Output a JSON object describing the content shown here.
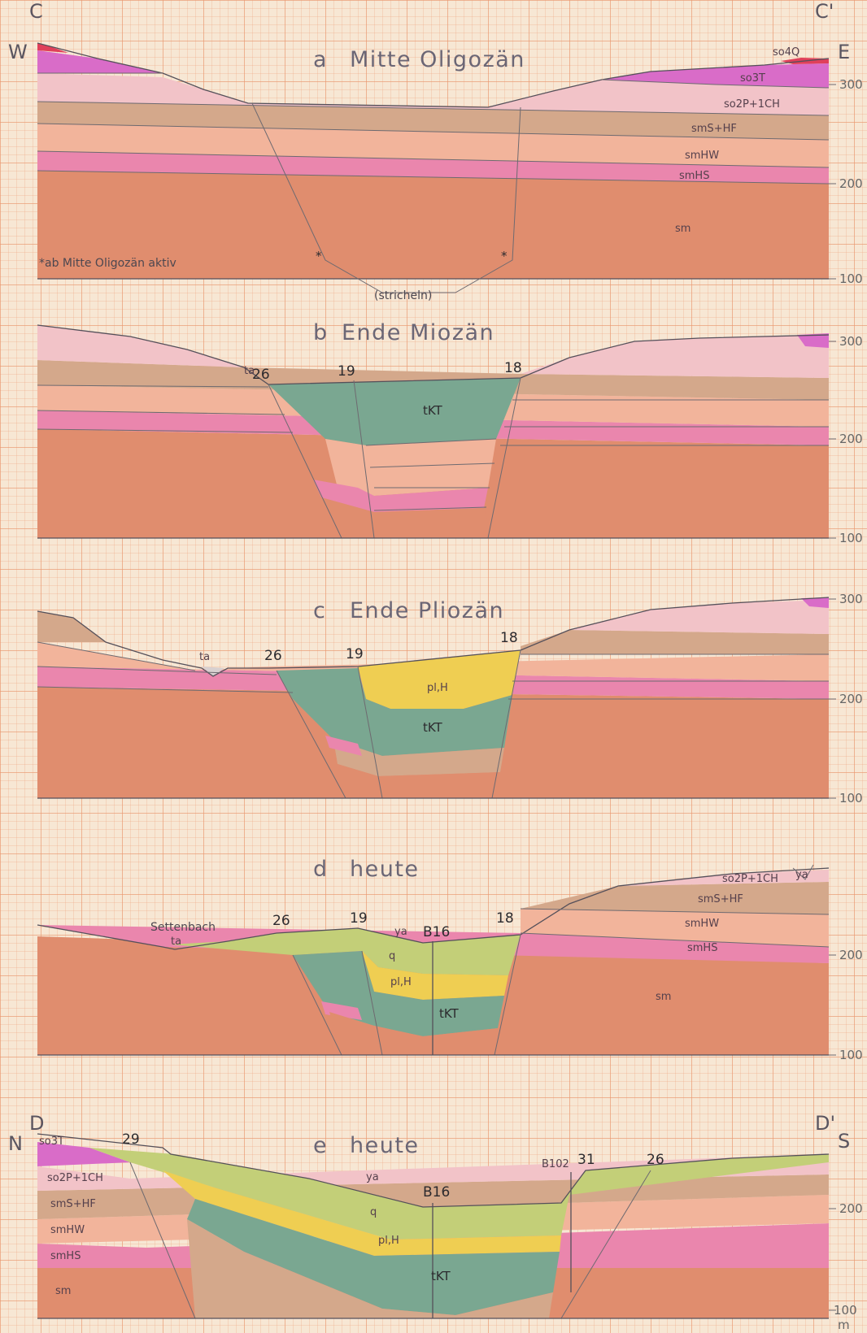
{
  "sections": [
    {
      "id": "a",
      "letter": "a",
      "title": "Mitte Oligozän",
      "left_corner": "C",
      "right_corner": "C'",
      "left_direction": "W",
      "right_direction": "E",
      "axis_ticks": [
        "300",
        "200",
        "100"
      ],
      "units": [
        "so4Q",
        "so3T",
        "so2P+1CH",
        "smS+HF",
        "smHW",
        "smHS",
        "sm"
      ],
      "notes": [
        "*ab Mitte Oligozän aktiv",
        "(stricheln)"
      ],
      "stars": [
        "*",
        "*"
      ]
    },
    {
      "id": "b",
      "letter": "b",
      "title": "Ende Miozän",
      "axis_ticks": [
        "300",
        "200",
        "100"
      ],
      "fault_labels": [
        "26",
        "19",
        "18"
      ],
      "units": [
        "ta",
        "tKT"
      ]
    },
    {
      "id": "c",
      "letter": "c",
      "title": "Ende Pliozän",
      "axis_ticks": [
        "300",
        "200",
        "100"
      ],
      "fault_labels": [
        "26",
        "19",
        "18"
      ],
      "units": [
        "ta",
        "pl,H",
        "tKT"
      ]
    },
    {
      "id": "d",
      "letter": "d",
      "title": "heute",
      "axis_ticks": [
        "200",
        "100"
      ],
      "fault_labels": [
        "26",
        "19",
        "18"
      ],
      "well": "B16",
      "place": "Settenbach",
      "units": [
        "ta",
        "ya",
        "q",
        "pl,H",
        "tKT",
        "so2P+1CH",
        "ya",
        "smS+HF",
        "smHW",
        "smHS",
        "sm"
      ]
    },
    {
      "id": "e",
      "letter": "e",
      "title": "heute",
      "left_corner": "D",
      "right_corner": "D'",
      "left_direction": "N",
      "right_direction": "S",
      "axis_ticks": [
        "200",
        "100"
      ],
      "axis_unit": "m",
      "fault_labels": [
        "29",
        "31",
        "26"
      ],
      "wells": [
        "B16",
        "B102"
      ],
      "units": [
        "so3T",
        "so2P+1CH",
        "smS+HF",
        "smHW",
        "smHS",
        "sm",
        "ya",
        "q",
        "pl,H",
        "tKT"
      ]
    }
  ],
  "colors": {
    "sm": "#e08d6e",
    "smHS": "#ea86ad",
    "smHW": "#f2b49b",
    "smS_HF": "#d4a88b",
    "so2P": "#f2c3c8",
    "so3T": "#d96cc8",
    "so4Q": "#e0405a",
    "tKT": "#7aa791",
    "plH": "#efce52",
    "q": "#c3cf78",
    "ta": "#d8d0d0"
  }
}
